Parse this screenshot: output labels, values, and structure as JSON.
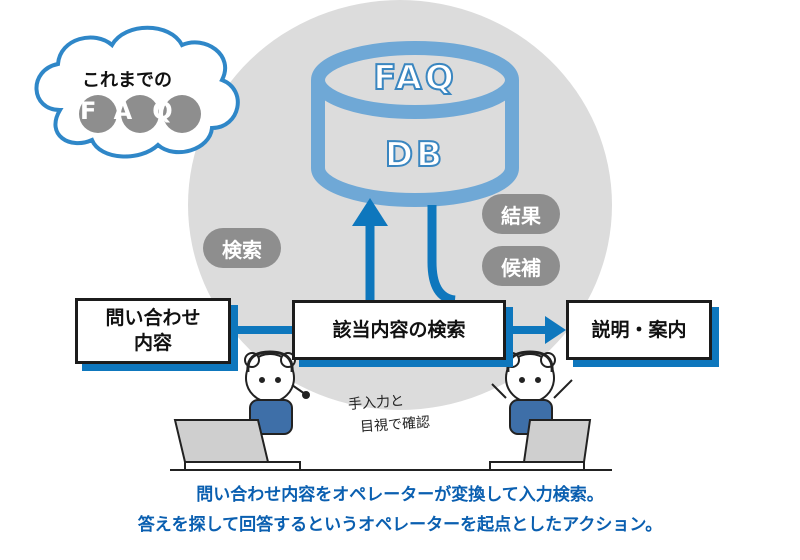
{
  "cloud_label": {
    "line1": "これまでの",
    "line2": "FAQ"
  },
  "database": {
    "line1": "FAQ",
    "line2": "DB"
  },
  "pills": {
    "search": "検索",
    "result": "結果",
    "candidates": "候補"
  },
  "boxes": {
    "inquiry": "問い合わせ\n内容",
    "search_content": "該当内容の検索",
    "explain": "説明・案内"
  },
  "handwriting": {
    "line1": "手入力と",
    "line2": "目視で確認"
  },
  "caption": {
    "line1": "問い合わせ内容をオペレーターが変換して入力検索。",
    "line2": "答えを探して回答するというオペレーターを起点としたアクション。"
  },
  "colors": {
    "blue": "#0e77bd",
    "light_blue": "#8fc2e6",
    "gray_bg": "#dcdcdc",
    "pill_gray": "#8e8e8e"
  }
}
